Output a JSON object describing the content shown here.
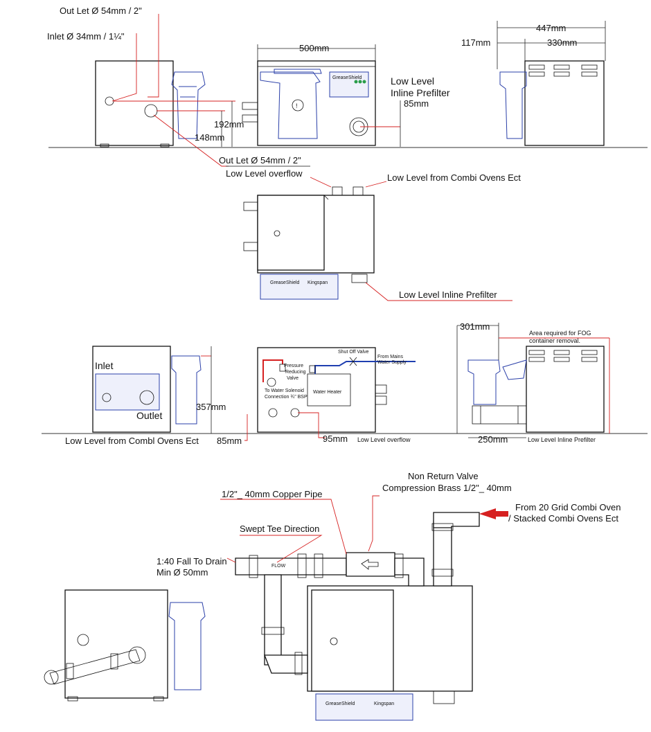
{
  "colors": {
    "line": "#111111",
    "leader": "#d62020",
    "prefilter": "#2a3fa8",
    "panel": "#eef0fb"
  },
  "labels": {
    "outlet_top": "Out Let Ø  54mm / 2\"",
    "inlet_top": "Inlet  Ø  34mm / 1¼\"",
    "dim_192": "192mm",
    "dim_148": "148mm",
    "outlet_bottom": "Out Let Ø  54mm / 2\"",
    "low_level_overflow_1": "Low Level overflow",
    "dim_500": "500mm",
    "low_level_inline_prefilter_a": "Low Level",
    "low_level_inline_prefilter_b": "Inline Prefilter",
    "dim_85_top": "85mm",
    "dim_447": "447mm",
    "dim_117": "117mm",
    "dim_330": "330mm",
    "low_level_combi": "Low Level from Combi Ovens Ect",
    "low_level_inline_prefilter_2": "Low Level Inline Prefilter",
    "inlet": "Inlet",
    "outlet": "Outlet",
    "dim_357": "357mm",
    "low_level_combl": "Low Level from Combl Ovens Ect",
    "dim_85_mid": "85mm",
    "pressure_valve_a": "Pressure",
    "pressure_valve_b": "Reducing",
    "pressure_valve_c": "Valve",
    "solenoid_a": "To Water Solenoid",
    "solenoid_b": "Connection ¾\" BSP",
    "water_heater": "Water Heater",
    "shut_off_valve": "Shut Off Valve",
    "from_mains_a": "From Mains",
    "from_mains_b": "Water Supply",
    "dim_95": "95mm",
    "low_level_overflow_2": "Low Level overflow",
    "dim_301": "301mm",
    "fog_a": "Area required for FOG",
    "fog_b": "container removal.",
    "dim_250": "250mm",
    "low_level_inline_prefilter_3": "Low Level Inline Prefilter",
    "non_return_a": "Non Return Valve",
    "non_return_b": "Compression Brass 1/2\"_ 40mm",
    "copper_pipe": "1/2\"_ 40mm  Copper Pipe",
    "from_grid_a": "From 20 Grid Combi Oven",
    "from_grid_b": "/ Stacked Combi Ovens Ect",
    "swept_tee": "Swept Tee Direction",
    "fall_a": "1:40 Fall To Drain",
    "fall_b": "Min Ø 50mm",
    "brand": "GreaseShield",
    "brand_small": "Kingspan",
    "flow_word": "FLOW"
  }
}
